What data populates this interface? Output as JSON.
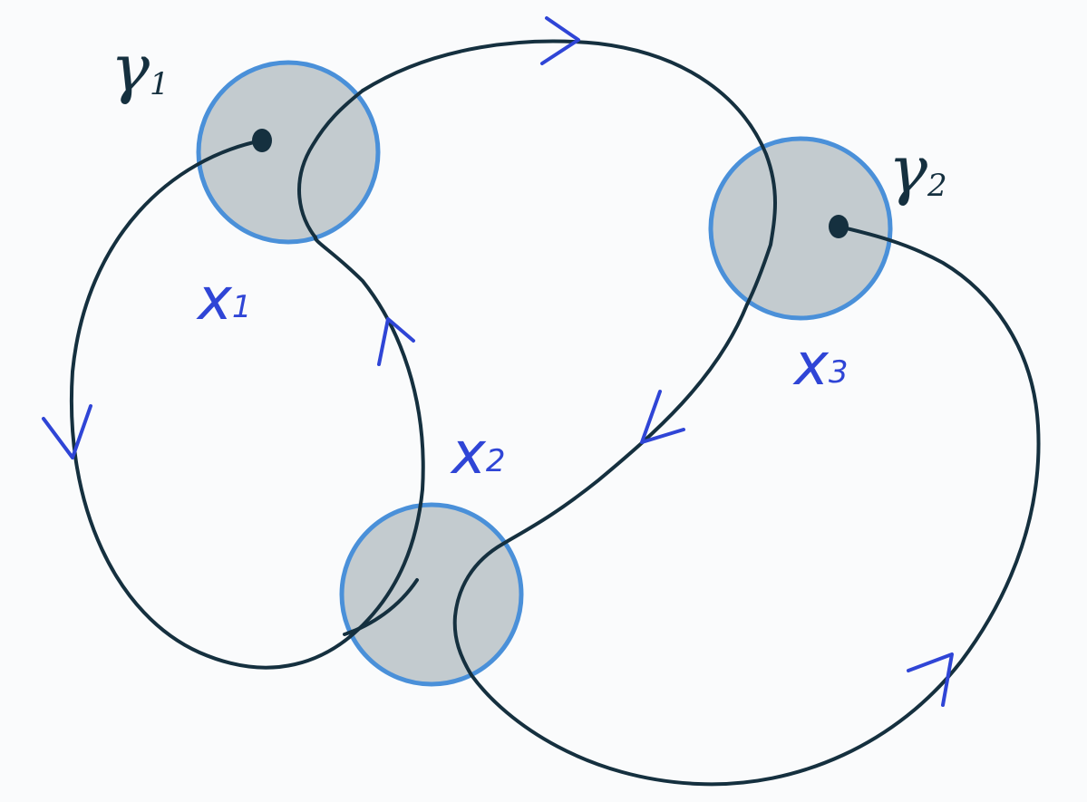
{
  "labels": {
    "gamma1": {
      "sym": "γ",
      "sub": "1"
    },
    "gamma2": {
      "sym": "γ",
      "sub": "2"
    },
    "x1": {
      "sym": "x",
      "sub": "1"
    },
    "x2": {
      "sym": "x",
      "sub": "2"
    },
    "x3": {
      "sym": "x",
      "sub": "3"
    }
  },
  "colors": {
    "curve": "#15303f",
    "disk_fill": "#c3cbcf",
    "disk_stroke": "#4a90d9",
    "arrow": "#2f45d6",
    "label_blue": "#2f45d6",
    "label_dark": "#15303f"
  }
}
